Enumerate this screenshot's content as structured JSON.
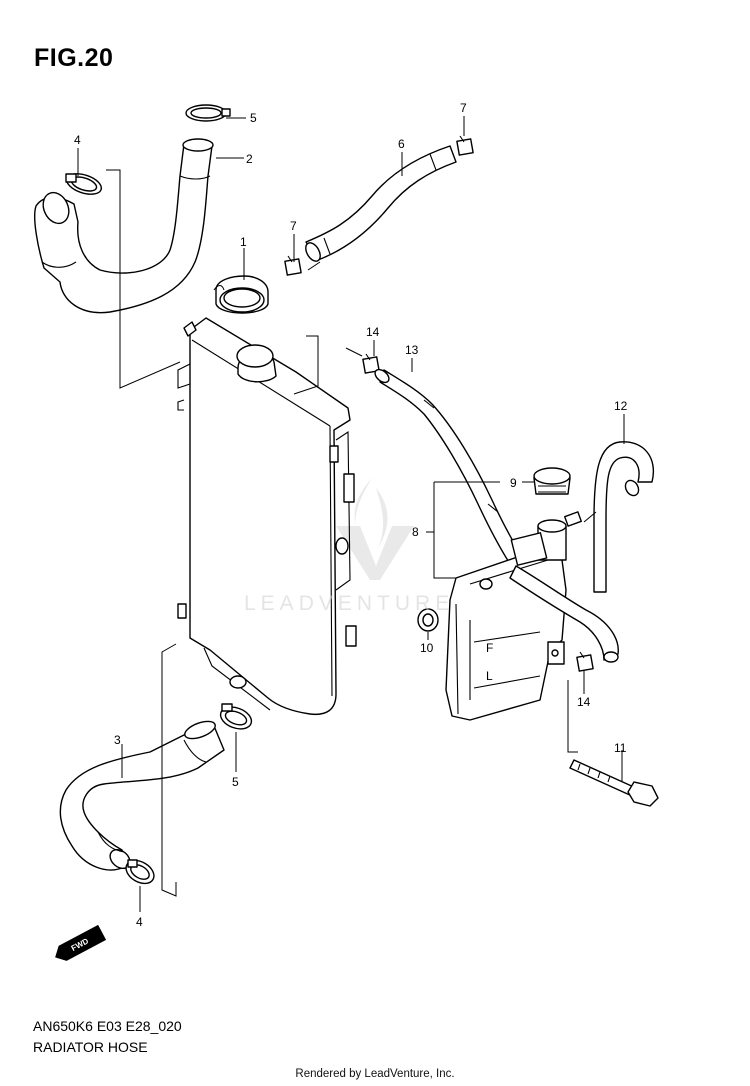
{
  "header": {
    "title": "FIG.20"
  },
  "footer": {
    "code": "AN650K6 E03 E28_020",
    "name": "RADIATOR HOSE",
    "credit": "Rendered by LeadVenture, Inc."
  },
  "watermark": {
    "text": "LEADVENTURE"
  },
  "direction_badge": {
    "label": "FWD"
  },
  "callouts": {
    "c1": "1",
    "c2": "2",
    "c3": "3",
    "c4a": "4",
    "c4b": "4",
    "c5a": "5",
    "c5b": "5",
    "c6": "6",
    "c7a": "7",
    "c7b": "7",
    "c8": "8",
    "c9": "9",
    "c10": "10",
    "c11": "11",
    "c12": "12",
    "c13": "13",
    "c14a": "14",
    "c14b": "14"
  },
  "reservoir_marks": {
    "full": "F",
    "low": "L"
  }
}
